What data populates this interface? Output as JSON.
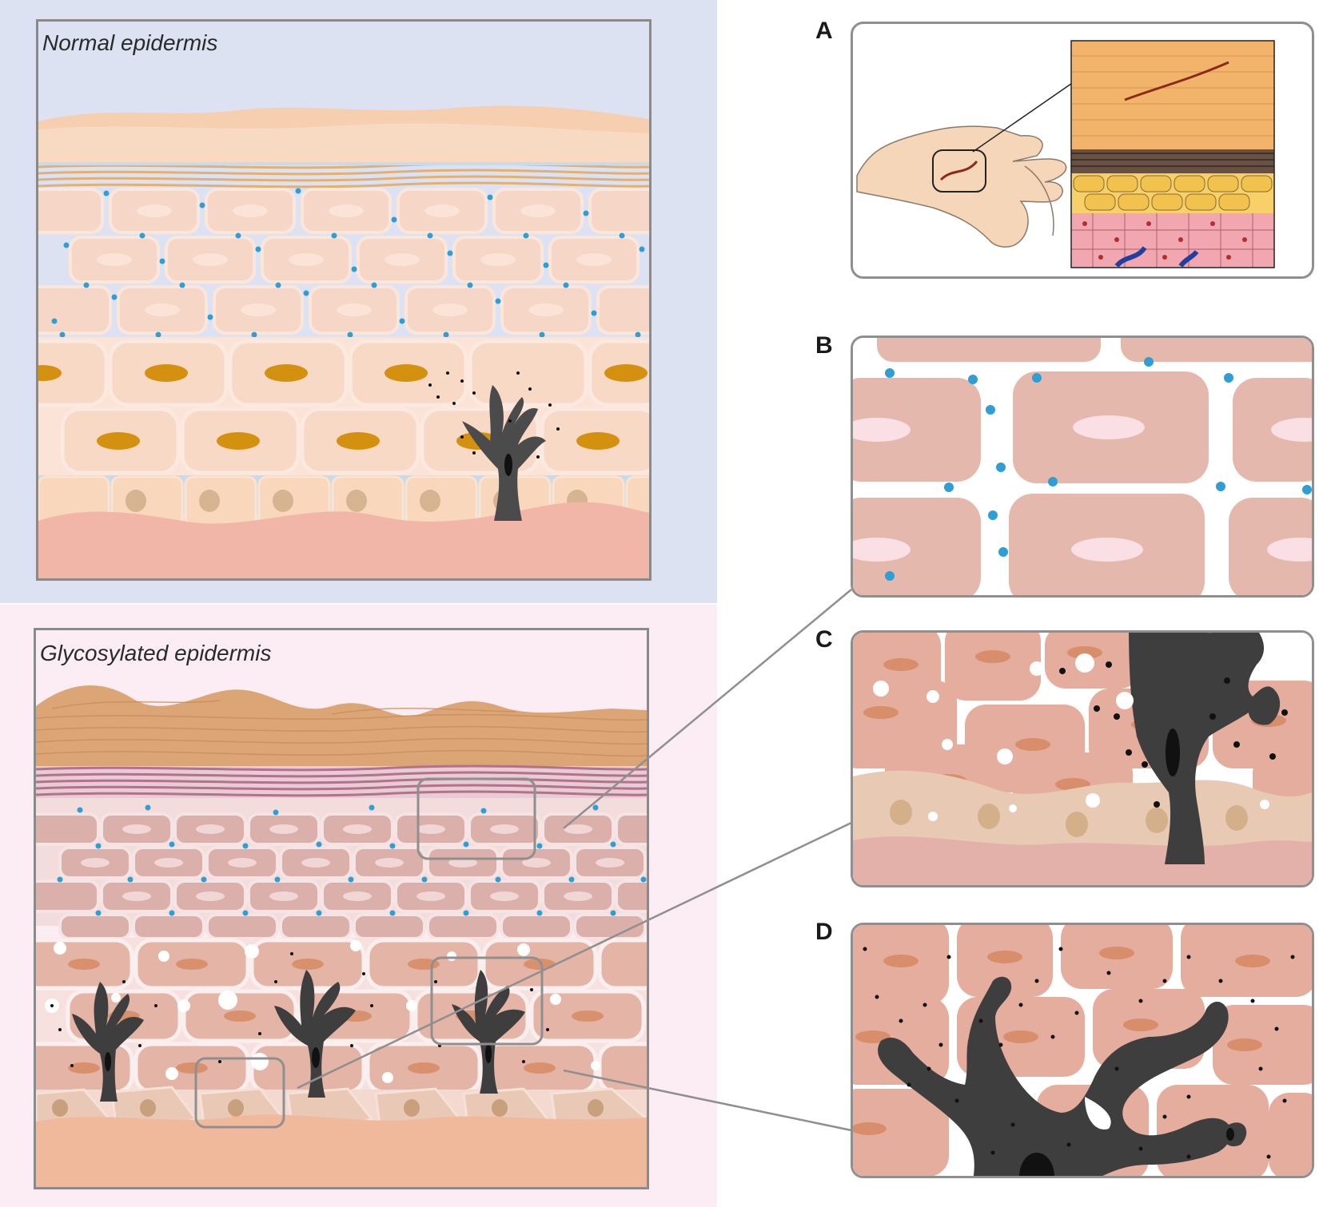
{
  "panels": {
    "normal": {
      "title": "Normal epidermis"
    },
    "glycosylated": {
      "title": "Glycosylated epidermis"
    }
  },
  "insets": [
    {
      "letter": "A"
    },
    {
      "letter": "B"
    },
    {
      "letter": "C"
    },
    {
      "letter": "D"
    }
  ],
  "colors": {
    "normal_bg": "#dde2f3",
    "glyco_bg": "#fbedf3",
    "lipid_dot": "#2f9fd3",
    "melanocyte": "#4b4b4b",
    "nucleus": "#d4900f",
    "cell_peach": "#f8d9c6",
    "cell_pink": "#e0aba1"
  }
}
